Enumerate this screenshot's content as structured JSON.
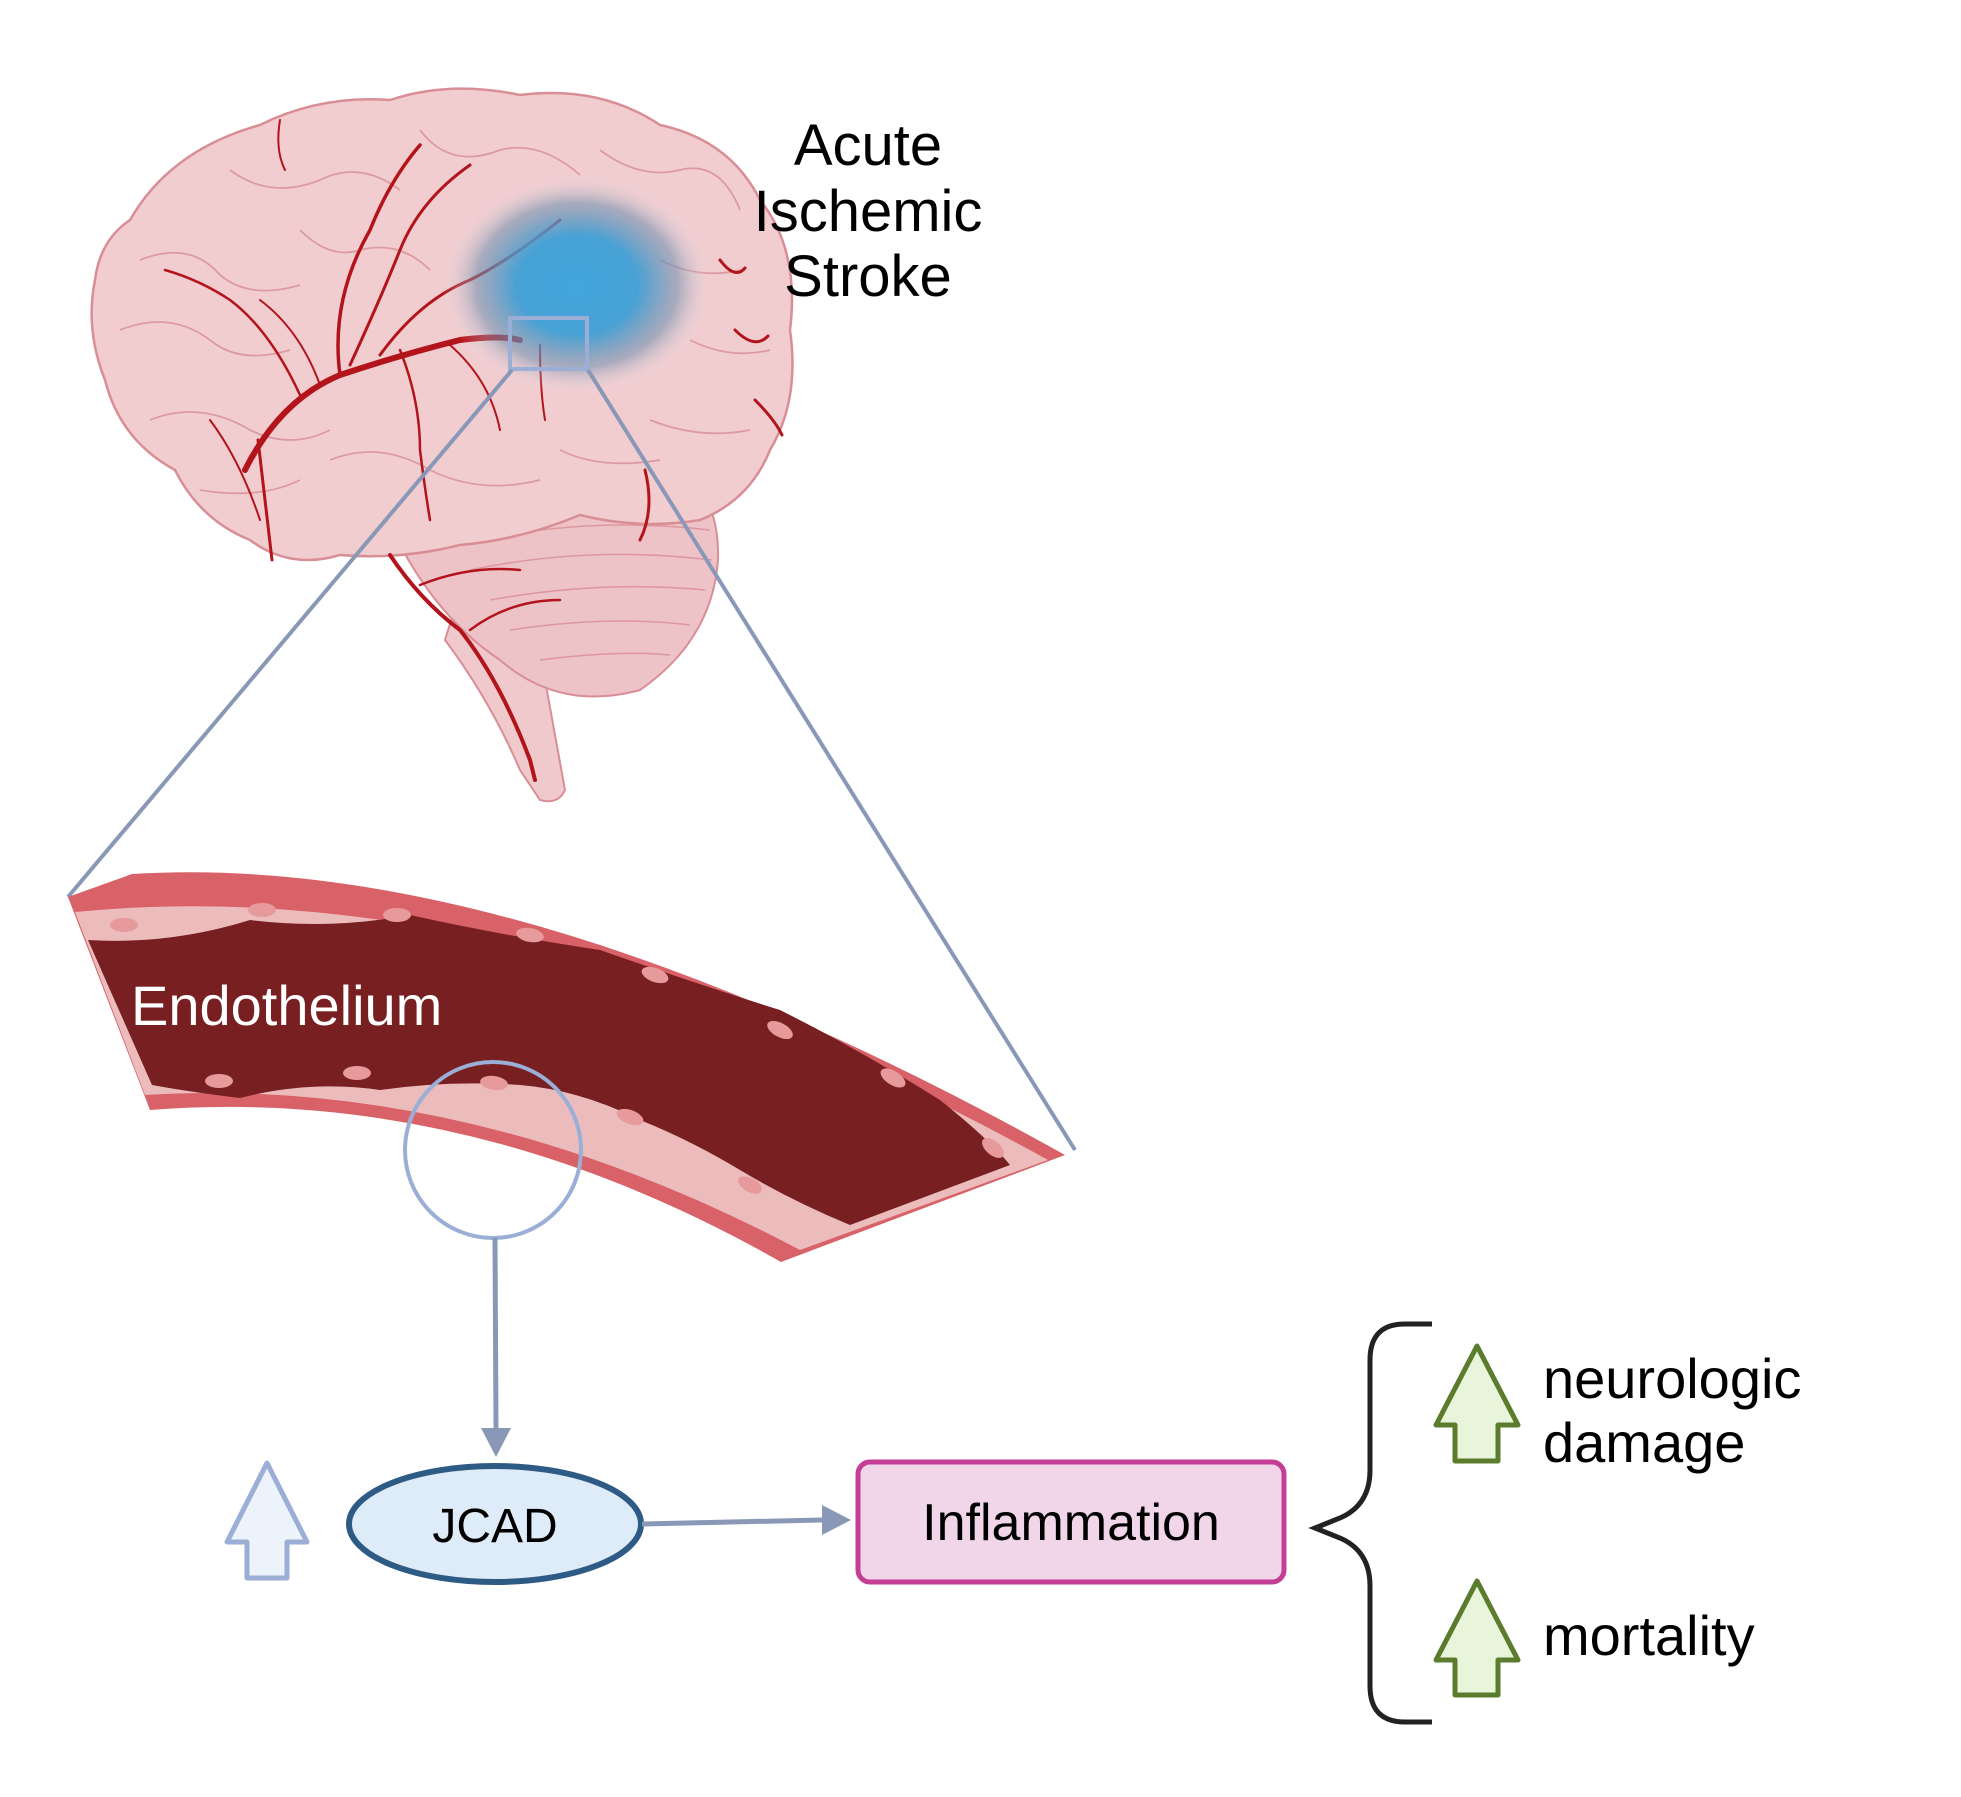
{
  "title": {
    "lines": [
      "Acute",
      "Ischemic",
      "Stroke"
    ]
  },
  "vessel": {
    "label": "Endothelium"
  },
  "pathway": {
    "source_node": "JCAD",
    "target_node": "Inflammation",
    "source_trend": "up"
  },
  "outcomes": [
    {
      "lines": [
        "neurologic",
        "damage"
      ],
      "trend": "up"
    },
    {
      "lines": [
        "mortality"
      ],
      "trend": "up"
    }
  ],
  "icons": {
    "brain": "brain-illustration",
    "infarct": "ischemic-region",
    "zoom_box": "magnify-region-box",
    "endothelium_focus": "focus-circle",
    "up_arrow": "up-arrow-icon",
    "brace": "curly-brace"
  },
  "colors": {
    "brain_fill": "#f1c9cc",
    "brain_outline": "#d98e95",
    "artery": "#b3141b",
    "infarct": "#41a6dc",
    "zoom_line": "#8a98b8",
    "vessel_wall": "#d96168",
    "endothelial_cell": "#ecbcbd",
    "nucleus": "#e79a9c",
    "lumen": "#782021",
    "jcad_fill": "#deebf8",
    "jcad_stroke": "#2e5b86",
    "inflammation_fill": "#f0d6e8",
    "inflammation_stroke": "#c43e96",
    "green_arrow_fill": "#e8f5da",
    "green_arrow_stroke": "#5a7c2c",
    "blue_arrow_fill": "#edf3fb",
    "blue_arrow_stroke": "#9aaed6"
  }
}
